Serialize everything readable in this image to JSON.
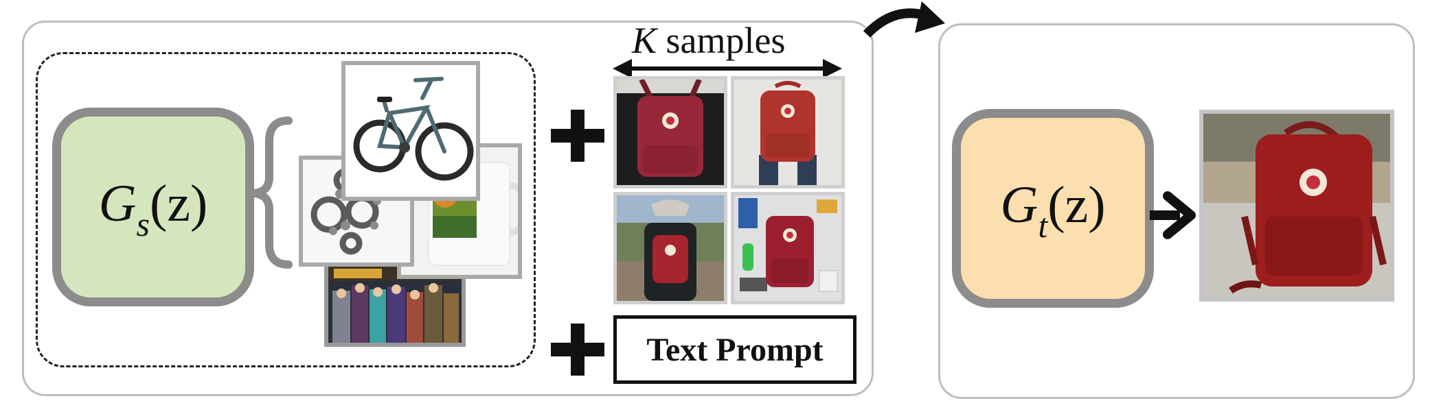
{
  "source_generator": {
    "base": "G",
    "sub": "s",
    "arg": "(z)"
  },
  "target_generator": {
    "base": "G",
    "sub": "t",
    "arg": "(z)"
  },
  "samples_label": {
    "k": "K",
    "text": " samples"
  },
  "text_prompt": "Text Prompt",
  "thumbnails": [
    "bicycle",
    "jewelry charm",
    "mug",
    "video game cover"
  ],
  "samples": [
    "red backpack worn on back",
    "red backpack held by hand",
    "red backpack worn outdoors",
    "red backpack flat lay"
  ],
  "output": "generated red backpack on rocks",
  "colors": {
    "source_box": "#d5e6be",
    "target_box": "#fbdfae",
    "box_border": "#8c8c8c",
    "backpack_red": "#a8242e"
  }
}
